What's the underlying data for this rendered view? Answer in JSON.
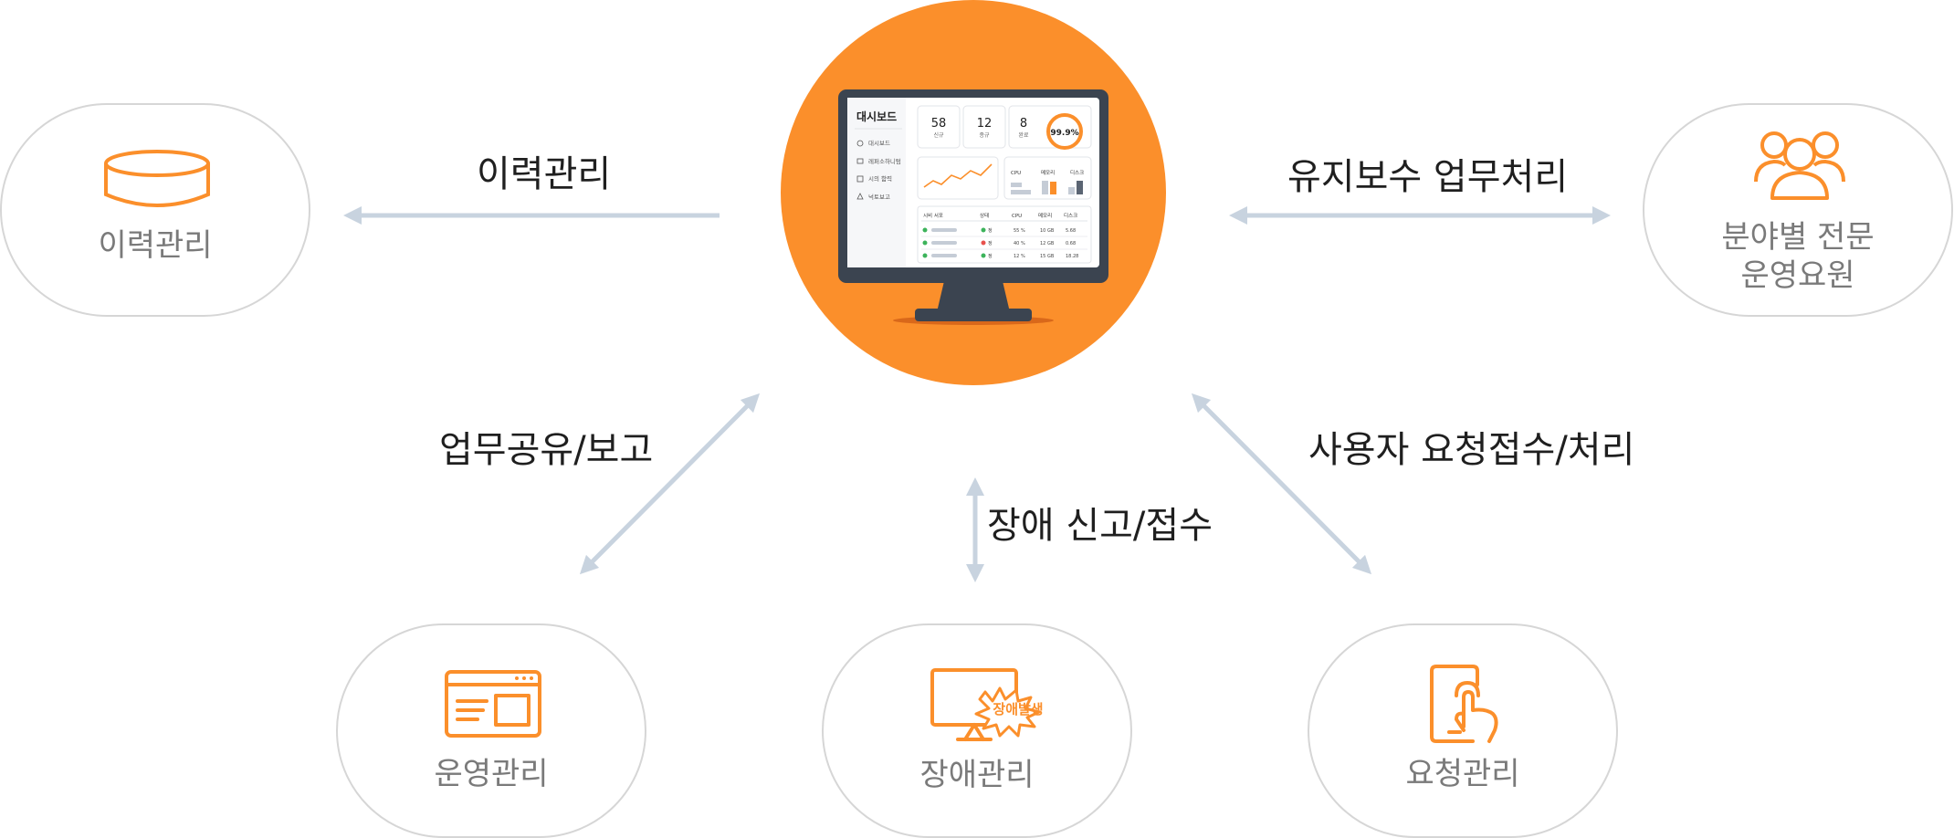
{
  "colors": {
    "accent": "#fb8f2b",
    "arrow": "#c8d3df",
    "pill_border": "#d6d6d6",
    "label": "#1f1f1f",
    "pill_text": "#7a7a7a"
  },
  "center": {
    "icon": "monitor-dashboard-icon",
    "dashboard": {
      "title": "대시보드",
      "menu": [
        "대시보드",
        "레퍼소하니텀",
        "시의 함력",
        "넉토보고"
      ],
      "stats": [
        {
          "value": "58",
          "label": "신규"
        },
        {
          "value": "12",
          "label": "종규"
        },
        {
          "value": "8",
          "label": "완료"
        }
      ],
      "gauge": "99.9%",
      "mini_headers": [
        "CPU",
        "메모리",
        "디스크"
      ],
      "table_headers": [
        "시비 서포",
        "상태",
        "CPU",
        "메모리",
        "디스크"
      ],
      "table_rows": [
        [
          "",
          "정",
          "55 %",
          "10 GB",
          "5.68"
        ],
        [
          "",
          "정",
          "40 %",
          "12 GB",
          "0.68"
        ],
        [
          "",
          "정",
          "12 %",
          "15 GB",
          "18.28"
        ]
      ]
    }
  },
  "nodes": {
    "history": {
      "label": "이력관리",
      "icon": "database-icon"
    },
    "staff": {
      "line1": "분야별 전문",
      "line2": "운영요원",
      "icon": "people-group-icon"
    },
    "ops": {
      "label": "운영관리",
      "icon": "browser-window-icon"
    },
    "incident": {
      "label": "장애관리",
      "icon": "monitor-alert-icon",
      "badge": "장애발생"
    },
    "request": {
      "label": "요청관리",
      "icon": "tablet-touch-icon"
    }
  },
  "flows": {
    "history": "이력관리",
    "maintenance": "유지보수 업무처리",
    "share": "업무공유/보고",
    "incident": "장애 신고/접수",
    "request": "사용자 요청접수/처리"
  }
}
